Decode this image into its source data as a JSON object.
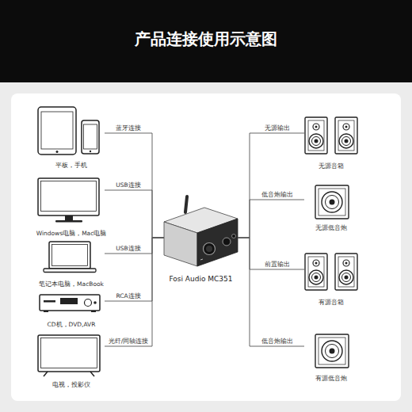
{
  "diagram": {
    "title": "产品连接使用示意图",
    "nodes": [
      {
        "text": [
          "平板，手机"
        ]
      },
      {
        "text": [
          "Windows电脑，Mac电脑"
        ]
      },
      {
        "text": [
          "笔记本电脑，MacBook"
        ]
      },
      {
        "text": [
          "CD机，DVD,AVR"
        ]
      },
      {
        "text": [
          "电视，投影仪"
        ]
      },
      {
        "text": [
          "Fosi Audio MC351"
        ]
      },
      {
        "text": [
          "无源音箱"
        ]
      },
      {
        "text": [
          "无源低音炮"
        ]
      },
      {
        "text": [
          "有源音箱"
        ]
      },
      {
        "text": [
          "有源低音炮"
        ]
      }
    ],
    "edges": [
      {
        "from": 0,
        "to": 5,
        "label": "蓝牙连接",
        "arrow": "none"
      },
      {
        "from": 1,
        "to": 5,
        "label": "USB连接",
        "arrow": "none"
      },
      {
        "from": 2,
        "to": 5,
        "label": "USB连接",
        "arrow": "none"
      },
      {
        "from": 3,
        "to": 5,
        "label": "RCA连接",
        "arrow": "none"
      },
      {
        "from": 4,
        "to": 5,
        "label": "光纤/同轴连接",
        "arrow": "none"
      },
      {
        "from": 5,
        "to": 6,
        "label": "无源输出",
        "arrow": "none"
      },
      {
        "from": 5,
        "to": 7,
        "label": "低音炮输出",
        "arrow": "none"
      },
      {
        "from": 5,
        "to": 8,
        "label": "前置输出",
        "arrow": "none"
      },
      {
        "from": 5,
        "to": 9,
        "label": "低音炮输出",
        "arrow": "none"
      }
    ]
  }
}
